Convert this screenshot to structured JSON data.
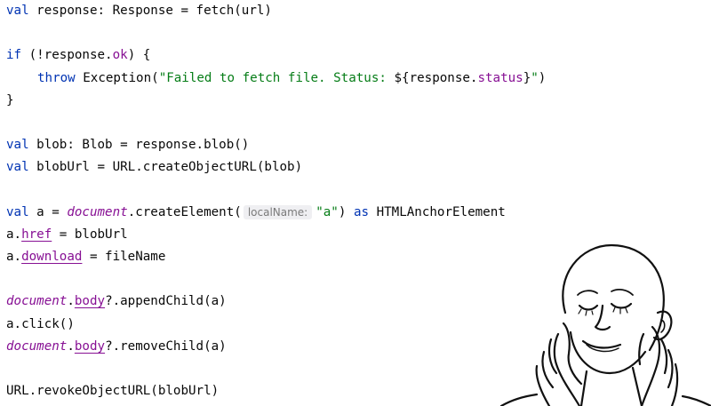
{
  "editor": {
    "lines": [
      {
        "kw1": "val",
        "t1": " response: Response = fetch(url)"
      },
      {},
      {
        "kw1": "if",
        "t1": " (!response.",
        "p1": "ok",
        "t2": ") {"
      },
      {
        "kw1": "throw",
        "t1": " Exception(",
        "s1": "\"Failed to fetch file. Status: ",
        "t2": "${response.",
        "p1": "status",
        "t3": "}",
        "s2": "\"",
        "t4": ")"
      },
      {
        "t1": "}"
      },
      {},
      {
        "kw1": "val",
        "t1": " blob: Blob = response.blob()"
      },
      {
        "kw1": "val",
        "t1": " blobUrl = URL.createObjectURL(blob)"
      },
      {},
      {
        "kw1": "val",
        "t1": " a = ",
        "g1": "document",
        "t2": ".createElement(",
        "h1": "localName:",
        "s1": "\"a\"",
        "t3": ") ",
        "kw2": "as",
        "t4": " HTMLAnchorElement"
      },
      {
        "t1": "a.",
        "p1": "href",
        "t2": " = blobUrl"
      },
      {
        "t1": "a.",
        "p1": "download",
        "t2": " = fileName"
      },
      {},
      {
        "g1": "document",
        "t1": ".",
        "p1": "body",
        "t2": "?.appendChild(a)"
      },
      {
        "t1": "a.click()"
      },
      {
        "g1": "document",
        "t1": ".",
        "p1": "body",
        "t2": "?.removeChild(a)"
      },
      {},
      {
        "t1": "URL.revokeObjectURL(blobUrl)"
      }
    ]
  },
  "colors": {
    "keyword": "#0033b3",
    "property": "#871094",
    "string": "#067d17",
    "text": "#080808",
    "hint_bg": "#efeff2"
  },
  "icons": {
    "meme": "satisfied-face-illustration"
  }
}
